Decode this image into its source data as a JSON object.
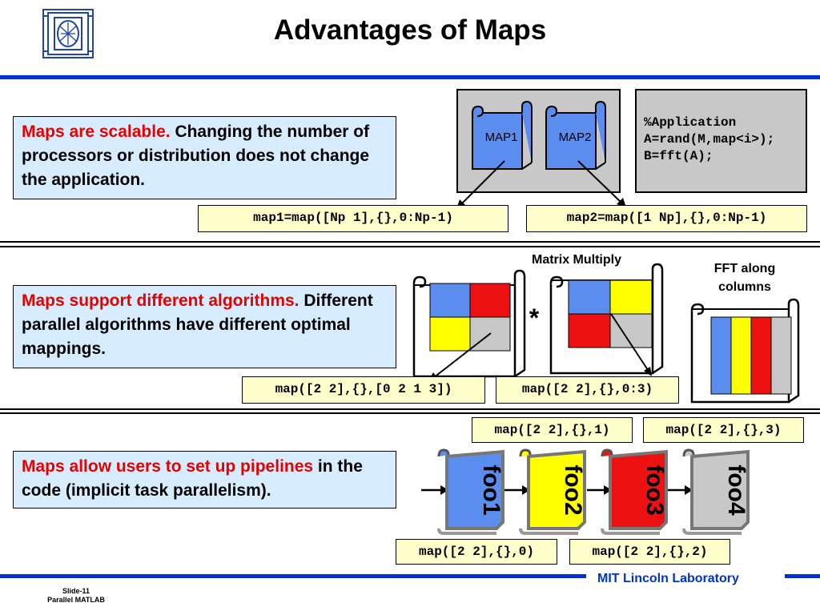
{
  "title": "Advantages of Maps",
  "sections": {
    "scalable": {
      "highlight": "Maps are scalable.",
      "text": " Changing the number of processors or distribution does not change the application.",
      "map_labels": [
        "MAP1",
        "MAP2"
      ],
      "app_code": "%Application\nA=rand(M,map<i>);\nB=fft(A);",
      "code1": "map1=map([Np 1],{},0:Np-1)",
      "code2": "map2=map([1 Np],{},0:Np-1)"
    },
    "algorithms": {
      "highlight": "Maps support different algorithms.",
      "text": " Different parallel algorithms have different optimal mappings.",
      "matrix_multiply_label": "Matrix Multiply",
      "multiply_symbol": "*",
      "fft_label": "FFT along columns",
      "code1": "map([2 2],{},[0 2 1 3])",
      "code2": "map([2 2],{},0:3)"
    },
    "pipelines": {
      "highlight": "Maps allow users to set up pipelines",
      "text": " in the code (implicit task parallelism).",
      "stages": [
        "foo1",
        "foo2",
        "foo3",
        "foo4"
      ],
      "code_top1": "map([2 2],{},1)",
      "code_top2": "map([2 2],{},3)",
      "code_bottom1": "map([2 2],{},0)",
      "code_bottom2": "map([2 2],{},2)"
    }
  },
  "footer": {
    "lab": "MIT Lincoln Laboratory",
    "slide": "Slide-11",
    "course": "Parallel MATLAB"
  },
  "colors": {
    "blue_rule": "#0033cc",
    "box_fill": "#d7ecff",
    "code_fill": "#ffffcc",
    "block_blue": "#5b8def",
    "block_red": "#ee1111",
    "block_yellow": "#ffff00",
    "block_gray": "#c8c8c8"
  }
}
